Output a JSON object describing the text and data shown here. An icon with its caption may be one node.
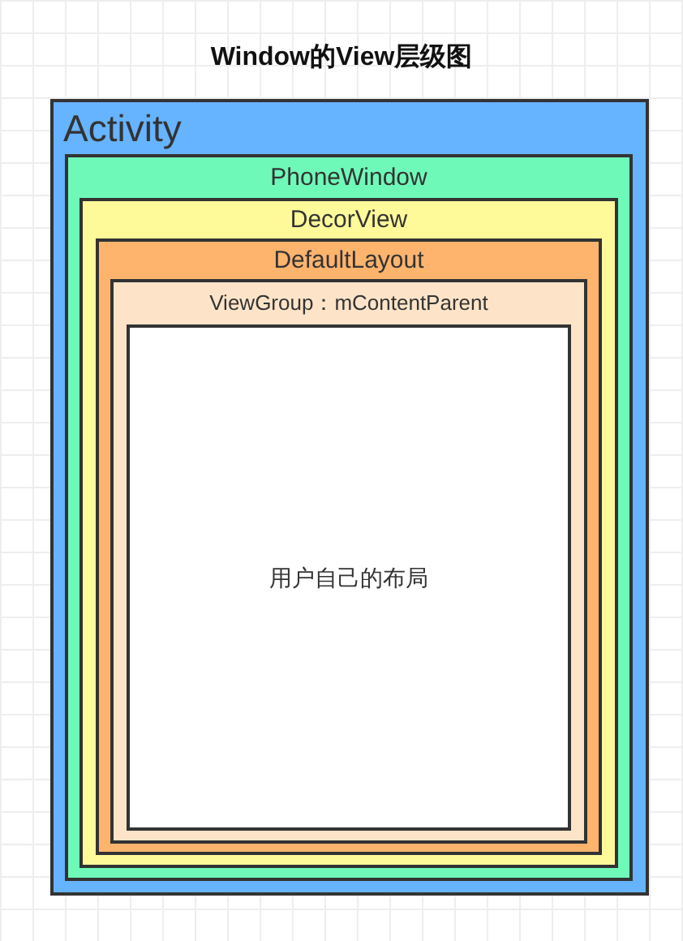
{
  "diagram": {
    "title": "Window的View层级图",
    "nodes": [
      {
        "text": [
          "Activity"
        ]
      },
      {
        "text": [
          "PhoneWindow"
        ],
        "in": 0
      },
      {
        "text": [
          "DecorView"
        ],
        "in": 1
      },
      {
        "text": [
          "DefaultLayout"
        ],
        "in": 2
      },
      {
        "text": [
          "ViewGroup：mContentParent"
        ],
        "in": 3
      },
      {
        "text": [
          "用户自己的布局"
        ],
        "in": 4
      }
    ]
  }
}
